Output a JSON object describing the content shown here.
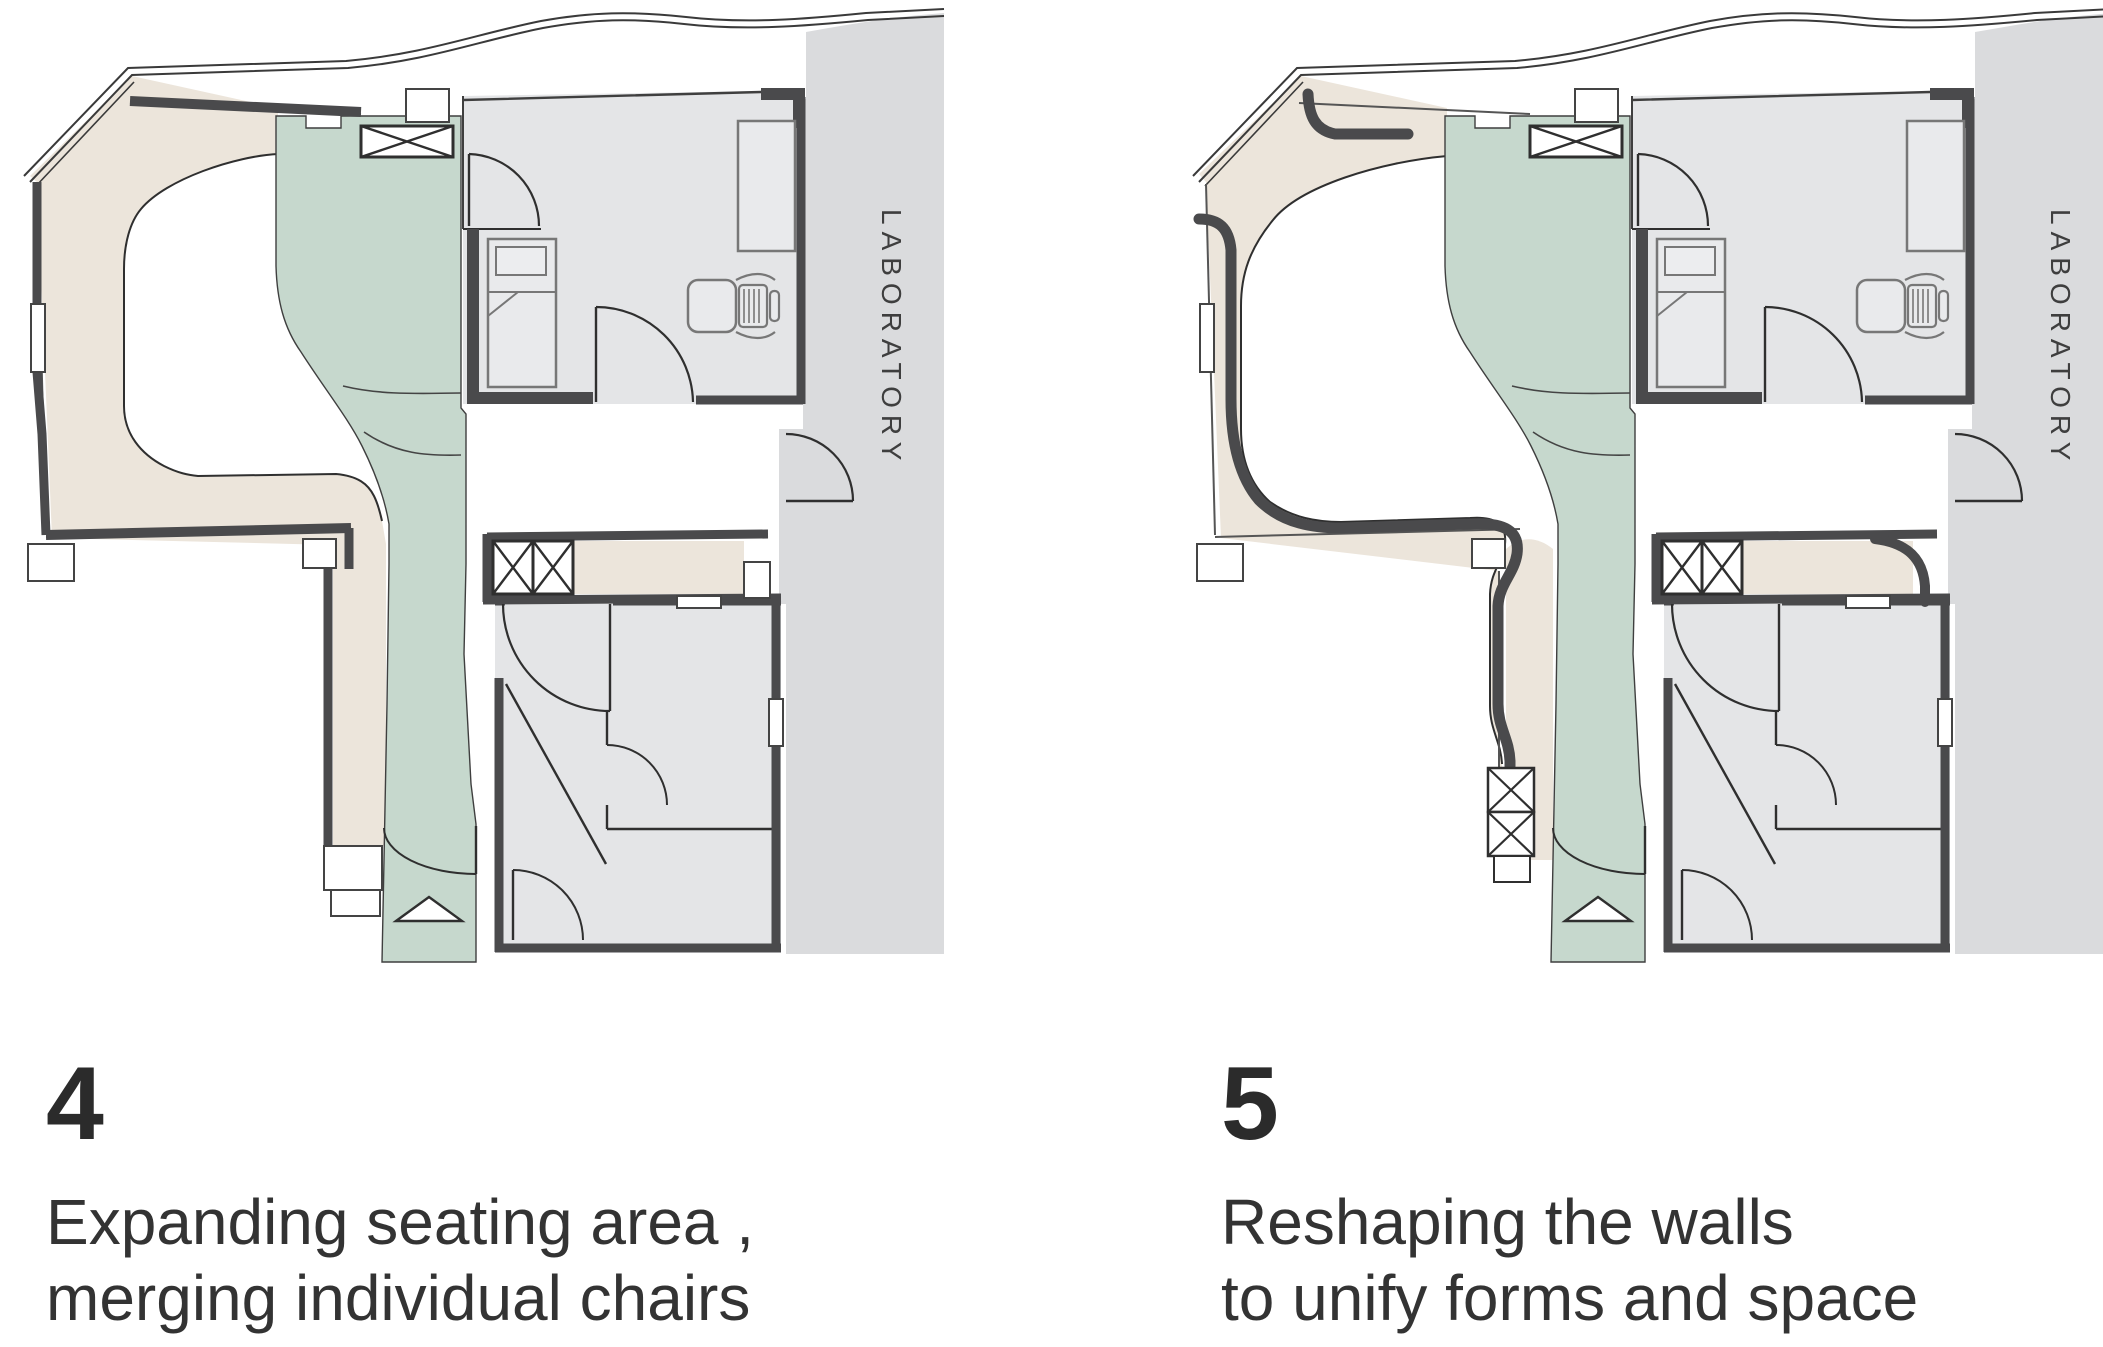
{
  "page": {
    "background": "#ffffff"
  },
  "colors": {
    "seating_beige": "#ece5db",
    "walkway_green": "#c6d8cd",
    "room_gray": "#e4e5e7",
    "laboratory_gray": "#dadbdd",
    "wall_dark": "#4a4a4c",
    "line_dark": "#333333",
    "caption_text": "#2e2e2e"
  },
  "plans": [
    {
      "number": "4",
      "caption_lines": [
        "Expanding seating area ,",
        "merging individual chairs"
      ],
      "laboratory_label": "LABORATORY",
      "variant": "expanding-seating-merging-chairs"
    },
    {
      "number": "5",
      "caption_lines": [
        "Reshaping the walls",
        "to unify forms and space"
      ],
      "laboratory_label": "LABORATORY",
      "variant": "reshaped-walls"
    }
  ]
}
